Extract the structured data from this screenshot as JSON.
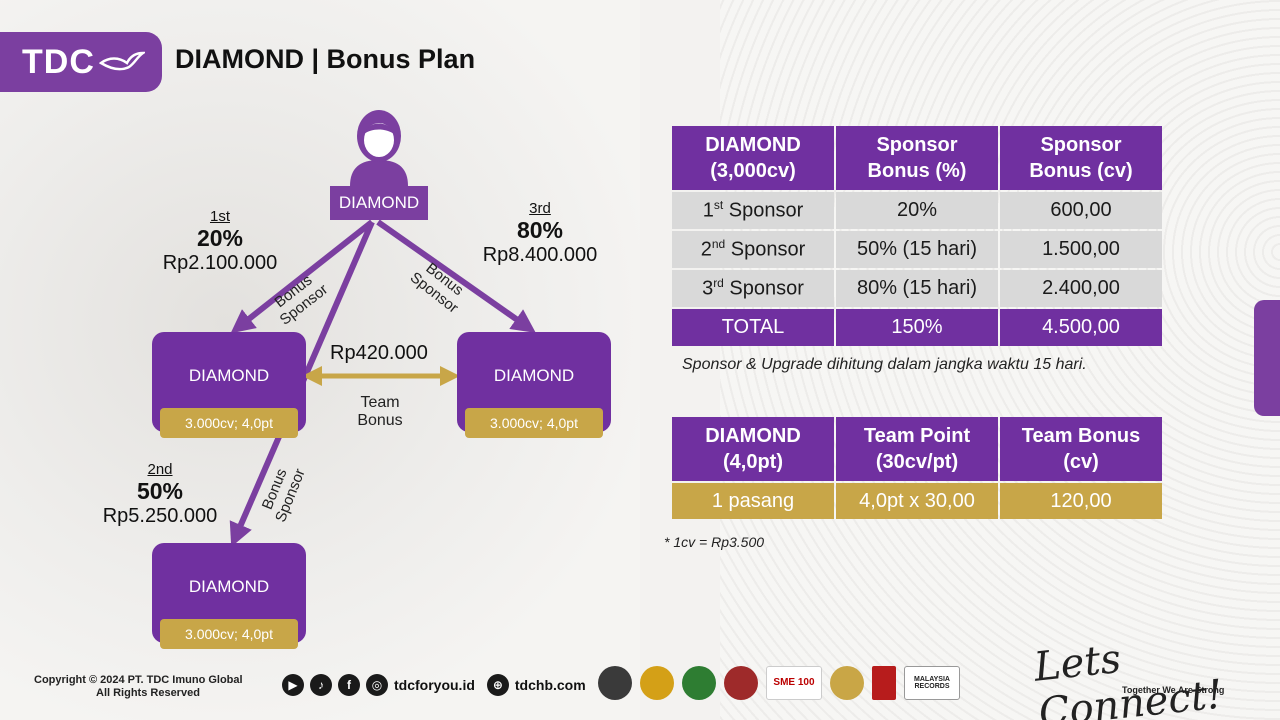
{
  "header": {
    "logo_text": "TDC",
    "title": "DIAMOND | Bonus Plan"
  },
  "diagram": {
    "top": {
      "label": "DIAMOND"
    },
    "level1": {
      "ordinal": "1st",
      "percent": "20%",
      "amount": "Rp2.100.000"
    },
    "level2": {
      "ordinal": "2nd",
      "percent": "50%",
      "amount": "Rp5.250.000"
    },
    "level3": {
      "ordinal": "3rd",
      "percent": "80%",
      "amount": "Rp8.400.000"
    },
    "bonus_sponsor_line1": "Bonus",
    "bonus_sponsor_line2": "Sponsor",
    "team_bonus_amount": "Rp420.000",
    "team_bonus_line1": "Team",
    "team_bonus_line2": "Bonus",
    "nodes": [
      {
        "name": "DIAMOND",
        "chip": "3.000cv; 4,0pt"
      },
      {
        "name": "DIAMOND",
        "chip": "3.000cv; 4,0pt"
      },
      {
        "name": "DIAMOND",
        "chip": "3.000cv; 4,0pt"
      }
    ]
  },
  "sponsor_table": {
    "headers": [
      [
        "DIAMOND",
        "(3,000cv)"
      ],
      [
        "Sponsor",
        "Bonus (%)"
      ],
      [
        "Sponsor",
        "Bonus (cv)"
      ]
    ],
    "rows": [
      {
        "num": "1",
        "sup": "st",
        "label": " Sponsor",
        "pct": "20%",
        "cv": "600,00"
      },
      {
        "num": "2",
        "sup": "nd",
        "label": " Sponsor",
        "pct": "50% (15 hari)",
        "cv": "1.500,00"
      },
      {
        "num": "3",
        "sup": "rd",
        "label": " Sponsor",
        "pct": "80% (15 hari)",
        "cv": "2.400,00"
      }
    ],
    "total": {
      "label": "TOTAL",
      "pct": "150%",
      "cv": "4.500,00"
    },
    "note": "Sponsor & Upgrade dihitung dalam jangka waktu 15 hari."
  },
  "team_table": {
    "headers": [
      [
        "DIAMOND",
        "(4,0pt)"
      ],
      [
        "Team Point",
        "(30cv/pt)"
      ],
      [
        "Team Bonus",
        "(cv)"
      ]
    ],
    "row": [
      "1 pasang",
      "4,0pt x 30,00",
      "120,00"
    ],
    "note": "* 1cv = Rp3.500"
  },
  "footer": {
    "copyright_line1": "Copyright © 2024  PT. TDC Imuno Global",
    "copyright_line2": "All Rights Reserved",
    "social_icons": [
      "youtube-icon",
      "tiktok-icon",
      "facebook-icon",
      "instagram-icon"
    ],
    "instagram_handle": "tdcforyou.id",
    "web_handle": "tdchb.com",
    "badges": [
      "SME 100",
      "MALAYSIA RECORDS"
    ],
    "slogan": "Lets Connect!",
    "tagline": "Together We Are Strong"
  },
  "colors": {
    "purple": "#7030a0",
    "gold": "#c8a648",
    "gray_cell": "#d9d9d9"
  }
}
